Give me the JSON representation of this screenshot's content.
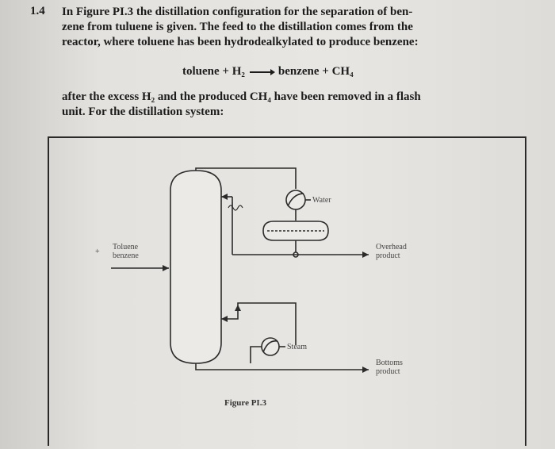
{
  "problem": {
    "number": "1.4",
    "intro_line1": "In Figure PI.3 the distillation configuration for the separation of ben-",
    "intro_line2": "zene from tuluene is given. The feed to the distillation comes from the",
    "intro_line3": "reactor, where toluene has been hydrodealkylated to produce benzene:",
    "equation_left": "toluene + H₂",
    "equation_right": "benzene + CH₄",
    "after_line1": "after the excess H₂ and the produced CH₄ have been removed in a flash",
    "after_line2": "unit. For the distillation system:"
  },
  "figure": {
    "feed_label_line1": "Toluene",
    "feed_label_line2": "benzene",
    "feed_plus": "+",
    "water_label": "Water",
    "steam_label": "Steam",
    "overhead_label_line1": "Overhead",
    "overhead_label_line2": "product",
    "bottoms_label_line1": "Bottoms",
    "bottoms_label_line2": "product",
    "caption": "Figure PI.3"
  }
}
